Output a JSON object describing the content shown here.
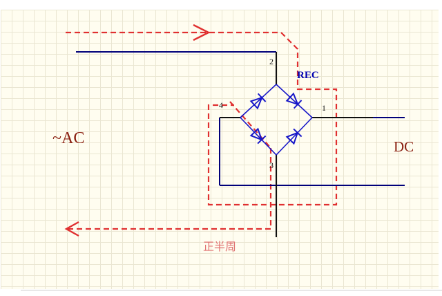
{
  "diagram": {
    "title": "bridge-rectifier-positive-half-cycle-current-flow",
    "labels": {
      "ac": "~AC",
      "dc": "DC",
      "rectifier": "REC",
      "pin_1": "1",
      "pin_2": "2",
      "pin_3": "3",
      "pin_4": "4",
      "annotation": "正半周"
    }
  },
  "colors": {
    "background": "#fffdf0",
    "grid": "#eae6d2",
    "wire_navy": "#00007a",
    "wire_black": "#101010",
    "diode_blue": "#1616c8",
    "current_red": "#e03030",
    "label_dark_red": "#8a1f10",
    "rec_blue": "#0000b0",
    "half_cycle_red": "#e07070"
  }
}
